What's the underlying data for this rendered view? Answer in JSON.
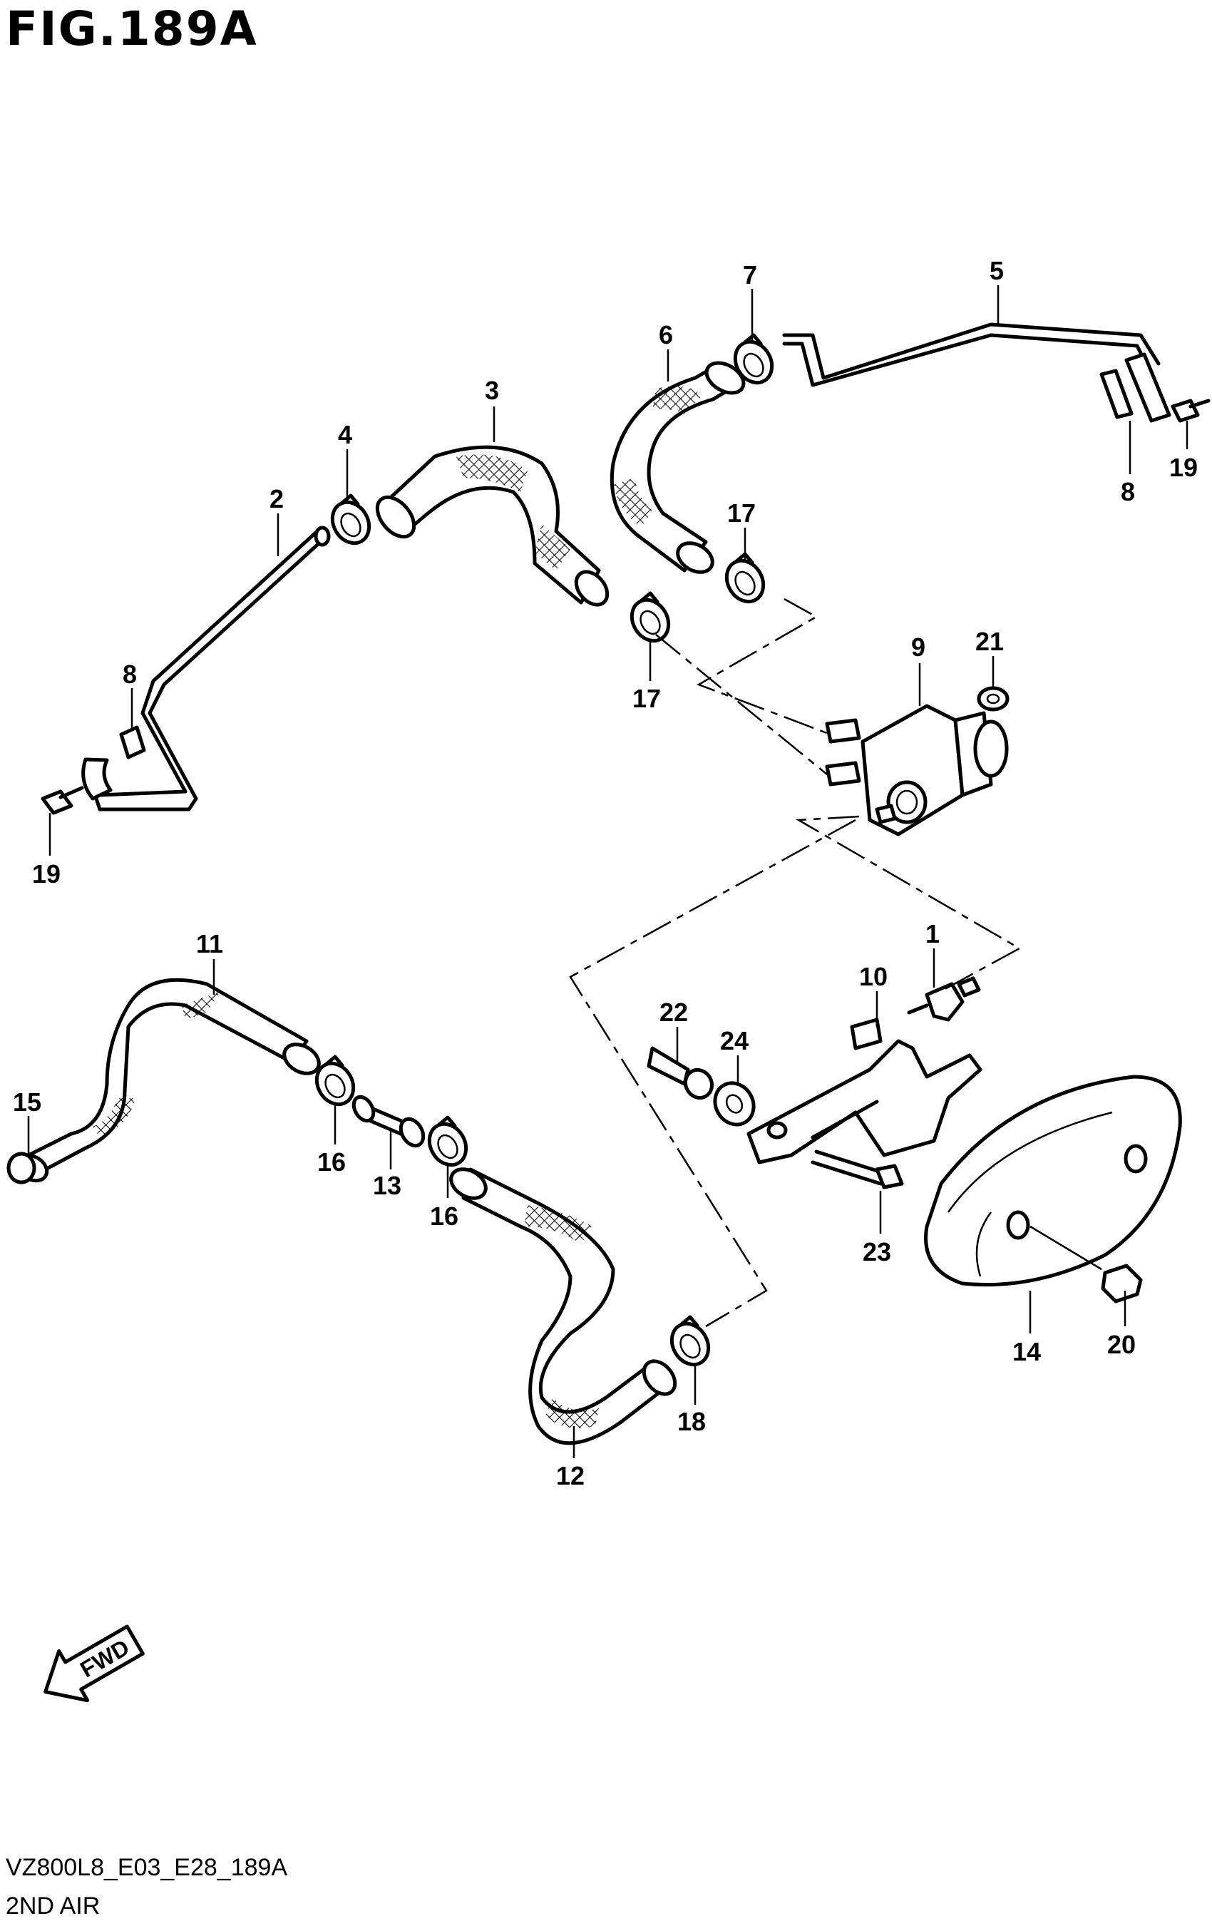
{
  "header": {
    "figure_title": "FIG.189A"
  },
  "footer": {
    "diagram_code": "VZ800L8_E03_E28_189A",
    "section_name": "2ND AIR"
  },
  "fwd_label": "FWD",
  "callouts": [
    {
      "id": "c1",
      "text": "1"
    },
    {
      "id": "c2",
      "text": "2"
    },
    {
      "id": "c3",
      "text": "3"
    },
    {
      "id": "c4",
      "text": "4"
    },
    {
      "id": "c5",
      "text": "5"
    },
    {
      "id": "c6",
      "text": "6"
    },
    {
      "id": "c7",
      "text": "7"
    },
    {
      "id": "c8a",
      "text": "8"
    },
    {
      "id": "c8b",
      "text": "8"
    },
    {
      "id": "c9",
      "text": "9"
    },
    {
      "id": "c10",
      "text": "10"
    },
    {
      "id": "c11",
      "text": "11"
    },
    {
      "id": "c12",
      "text": "12"
    },
    {
      "id": "c13",
      "text": "13"
    },
    {
      "id": "c14",
      "text": "14"
    },
    {
      "id": "c15",
      "text": "15"
    },
    {
      "id": "c16a",
      "text": "16"
    },
    {
      "id": "c16b",
      "text": "16"
    },
    {
      "id": "c17a",
      "text": "17"
    },
    {
      "id": "c17b",
      "text": "17"
    },
    {
      "id": "c18",
      "text": "18"
    },
    {
      "id": "c19a",
      "text": "19"
    },
    {
      "id": "c19b",
      "text": "19"
    },
    {
      "id": "c20",
      "text": "20"
    },
    {
      "id": "c21",
      "text": "21"
    },
    {
      "id": "c22",
      "text": "22"
    },
    {
      "id": "c23",
      "text": "23"
    },
    {
      "id": "c24",
      "text": "24"
    }
  ]
}
